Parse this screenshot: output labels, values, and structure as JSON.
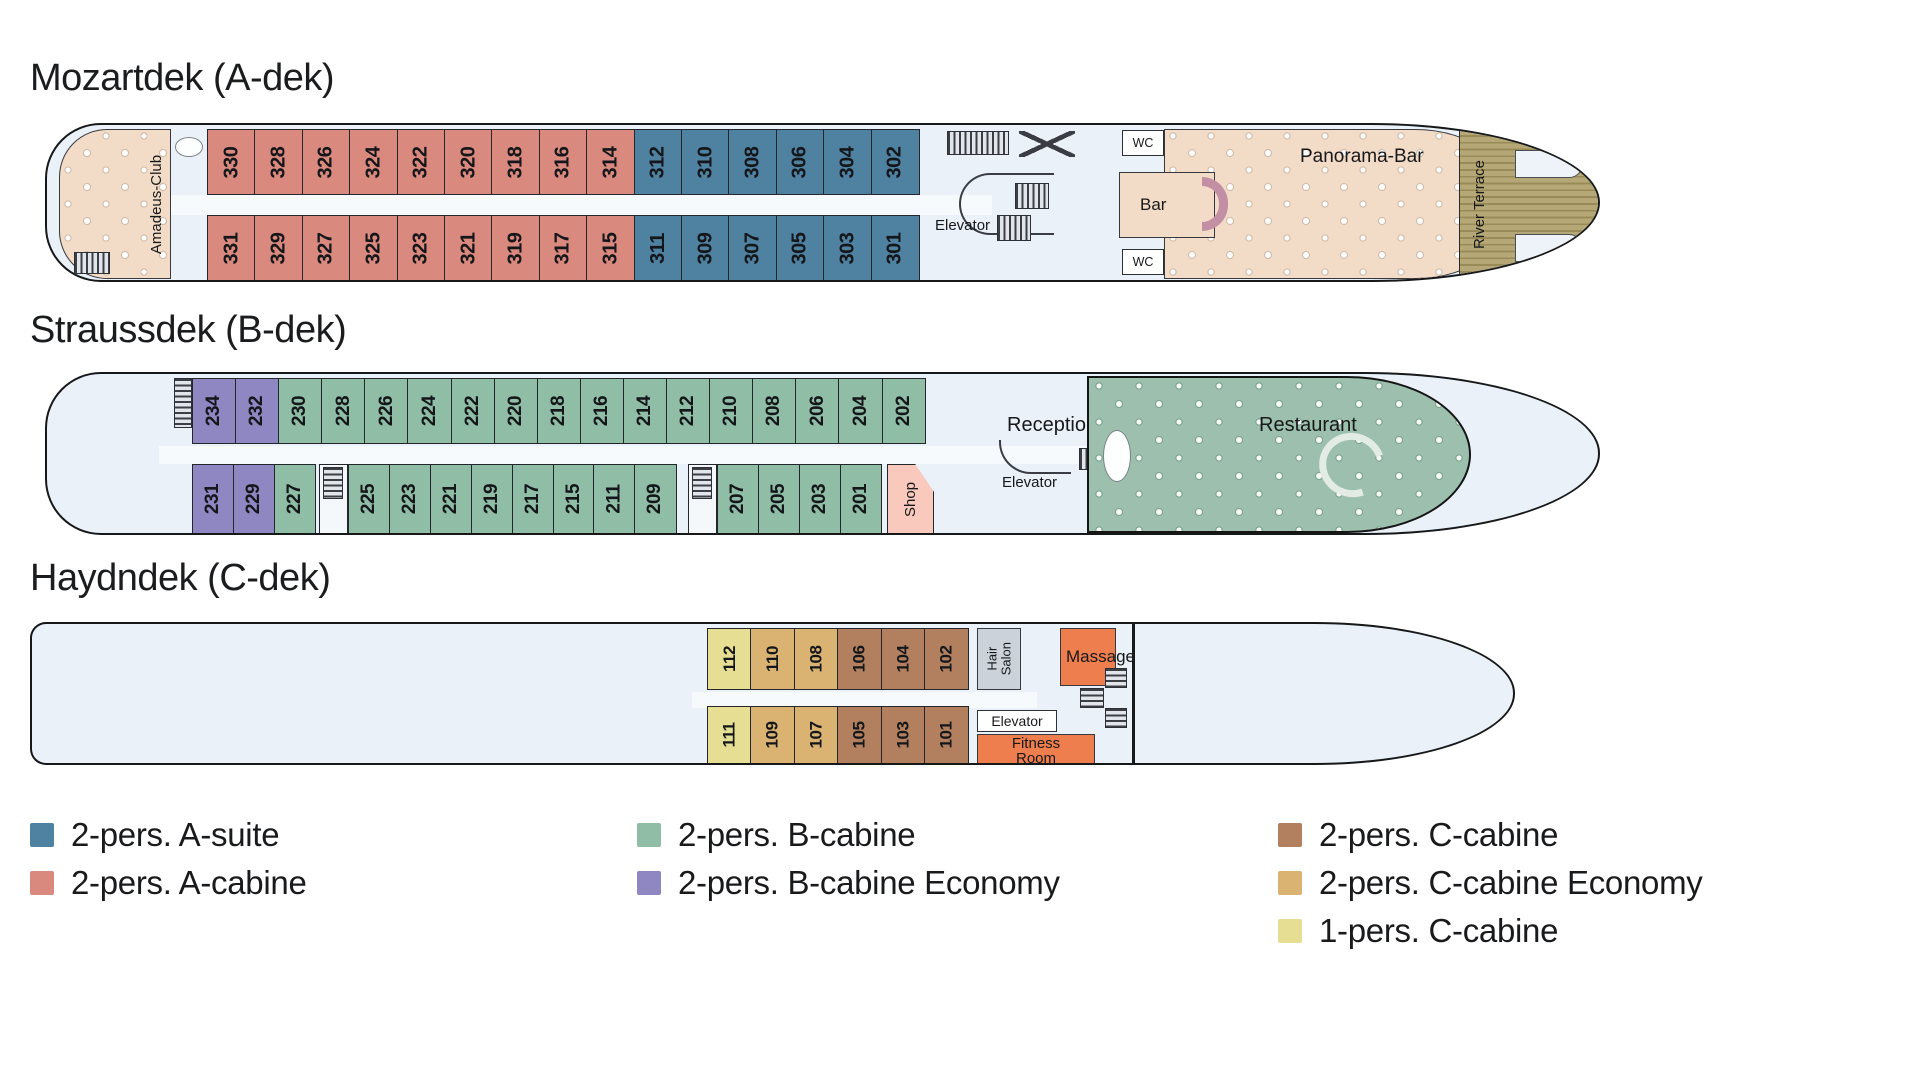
{
  "decks": {
    "a": {
      "title": "Mozartdek (A-dek)",
      "club_label": "Amadeus-Club",
      "elevator_label": "Elevator",
      "wc_top": "WC",
      "wc_bottom": "WC",
      "bar_label": "Bar",
      "panorama_label": "Panorama-Bar",
      "terrace_label": "River Terrace",
      "cabins_top": [
        {
          "n": "330",
          "t": "ac"
        },
        {
          "n": "328",
          "t": "ac"
        },
        {
          "n": "326",
          "t": "ac"
        },
        {
          "n": "324",
          "t": "ac"
        },
        {
          "n": "322",
          "t": "ac"
        },
        {
          "n": "320",
          "t": "ac"
        },
        {
          "n": "318",
          "t": "ac"
        },
        {
          "n": "316",
          "t": "ac"
        },
        {
          "n": "314",
          "t": "ac"
        },
        {
          "n": "312",
          "t": "as"
        },
        {
          "n": "310",
          "t": "as"
        },
        {
          "n": "308",
          "t": "as"
        },
        {
          "n": "306",
          "t": "as"
        },
        {
          "n": "304",
          "t": "as"
        },
        {
          "n": "302",
          "t": "as"
        }
      ],
      "cabins_bottom": [
        {
          "n": "331",
          "t": "ac"
        },
        {
          "n": "329",
          "t": "ac"
        },
        {
          "n": "327",
          "t": "ac"
        },
        {
          "n": "325",
          "t": "ac"
        },
        {
          "n": "323",
          "t": "ac"
        },
        {
          "n": "321",
          "t": "ac"
        },
        {
          "n": "319",
          "t": "ac"
        },
        {
          "n": "317",
          "t": "ac"
        },
        {
          "n": "315",
          "t": "ac"
        },
        {
          "n": "311",
          "t": "as"
        },
        {
          "n": "309",
          "t": "as"
        },
        {
          "n": "307",
          "t": "as"
        },
        {
          "n": "305",
          "t": "as"
        },
        {
          "n": "303",
          "t": "as"
        },
        {
          "n": "301",
          "t": "as"
        }
      ]
    },
    "b": {
      "title": "Straussdek (B-dek)",
      "reception_label": "Reception",
      "elevator_label": "Elevator",
      "shop_label": "Shop",
      "restaurant_label": "Restaurant",
      "cabins_top": [
        {
          "n": "234",
          "t": "be"
        },
        {
          "n": "232",
          "t": "be"
        },
        {
          "n": "230",
          "t": "bc"
        },
        {
          "n": "228",
          "t": "bc"
        },
        {
          "n": "226",
          "t": "bc"
        },
        {
          "n": "224",
          "t": "bc"
        },
        {
          "n": "222",
          "t": "bc"
        },
        {
          "n": "220",
          "t": "bc"
        },
        {
          "n": "218",
          "t": "bc"
        },
        {
          "n": "216",
          "t": "bc"
        },
        {
          "n": "214",
          "t": "bc"
        },
        {
          "n": "212",
          "t": "bc"
        },
        {
          "n": "210",
          "t": "bc"
        },
        {
          "n": "208",
          "t": "bc"
        },
        {
          "n": "206",
          "t": "bc"
        },
        {
          "n": "204",
          "t": "bc"
        },
        {
          "n": "202",
          "t": "bc"
        }
      ],
      "cabins_bottom_1": [
        {
          "n": "231",
          "t": "be"
        },
        {
          "n": "229",
          "t": "be"
        },
        {
          "n": "227",
          "t": "bc"
        }
      ],
      "cabins_bottom_2": [
        {
          "n": "225",
          "t": "bc"
        },
        {
          "n": "223",
          "t": "bc"
        },
        {
          "n": "221",
          "t": "bc"
        },
        {
          "n": "219",
          "t": "bc"
        },
        {
          "n": "217",
          "t": "bc"
        },
        {
          "n": "215",
          "t": "bc"
        },
        {
          "n": "211",
          "t": "bc"
        },
        {
          "n": "209",
          "t": "bc"
        }
      ],
      "cabins_bottom_3": [
        {
          "n": "207",
          "t": "bc"
        },
        {
          "n": "205",
          "t": "bc"
        },
        {
          "n": "203",
          "t": "bc"
        },
        {
          "n": "201",
          "t": "bc"
        }
      ]
    },
    "c": {
      "title": "Haydndek (C-dek)",
      "hair_salon_label": "Hair Salon",
      "massage_label": "Massage",
      "elevator_label": "Elevator",
      "fitness_label": "Fitness Room",
      "cabins_top": [
        {
          "n": "112",
          "t": "c1"
        },
        {
          "n": "110",
          "t": "ce"
        },
        {
          "n": "108",
          "t": "ce"
        },
        {
          "n": "106",
          "t": "cc"
        },
        {
          "n": "104",
          "t": "cc"
        },
        {
          "n": "102",
          "t": "cc"
        }
      ],
      "cabins_bottom": [
        {
          "n": "111",
          "t": "c1"
        },
        {
          "n": "109",
          "t": "ce"
        },
        {
          "n": "107",
          "t": "ce"
        },
        {
          "n": "105",
          "t": "cc"
        },
        {
          "n": "103",
          "t": "cc"
        },
        {
          "n": "101",
          "t": "cc"
        }
      ]
    }
  },
  "cabin_colors": {
    "as": "#4f81a1",
    "ac": "#d9897d",
    "bc": "#8fbda5",
    "be": "#8e87c2",
    "cc": "#b2805f",
    "ce": "#dab373",
    "c1": "#e6df93"
  },
  "colors": {
    "hull_fill": "#eaf1f8",
    "public_room_peach": "#f3dcc7",
    "restaurant_green": "#9cc0ad",
    "wellness_orange": "#ee7e4e",
    "shop_pink": "#f8c9bc",
    "hair_salon_gray": "#ccd2da",
    "bar_counter_pink": "#c38fa5",
    "wood_deck": "#ab9e6c"
  },
  "legend": {
    "items": [
      {
        "label": "2-pers. A-suite",
        "type": "as"
      },
      {
        "label": "2-pers. A-cabine",
        "type": "ac"
      },
      {
        "label": "2-pers. B-cabine",
        "type": "bc"
      },
      {
        "label": "2-pers. B-cabine Economy",
        "type": "be"
      },
      {
        "label": "2-pers. C-cabine",
        "type": "cc"
      },
      {
        "label": "2-pers. C-cabine Economy",
        "type": "ce"
      },
      {
        "label": "1-pers. C-cabine",
        "type": "c1"
      }
    ]
  }
}
